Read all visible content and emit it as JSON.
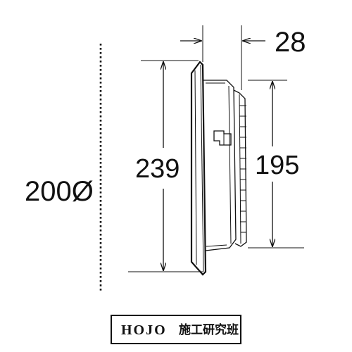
{
  "dimensions": {
    "diameter_label": "200Ø",
    "total_height": "239",
    "inner_height": "195",
    "depth": "28"
  },
  "footer": {
    "brand": "HOJO",
    "department": "施工研究班"
  },
  "colors": {
    "ink": "#111111",
    "background": "#ffffff"
  }
}
